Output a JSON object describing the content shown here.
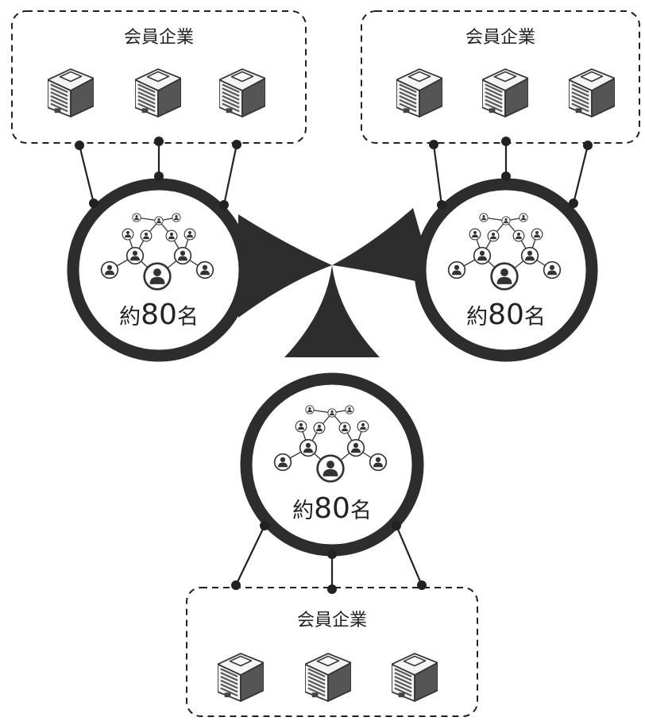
{
  "groups": [
    {
      "label": "会員企業",
      "buildings": 3
    },
    {
      "label": "会員企業",
      "buildings": 3
    },
    {
      "label": "会員企業",
      "buildings": 3
    }
  ],
  "hubs": [
    {
      "prefix": "約",
      "number": "80",
      "suffix": "名",
      "icon": "people-network-icon"
    },
    {
      "prefix": "約",
      "number": "80",
      "suffix": "名",
      "icon": "people-network-icon"
    },
    {
      "prefix": "約",
      "number": "80",
      "suffix": "名",
      "icon": "people-network-icon"
    }
  ],
  "colors": {
    "dark": "#2d2d2d",
    "stroke": "#222222",
    "building_light": "#f2f2f2"
  },
  "building_icon": "office-building-icon",
  "connector_icon": "connector-node-icon"
}
